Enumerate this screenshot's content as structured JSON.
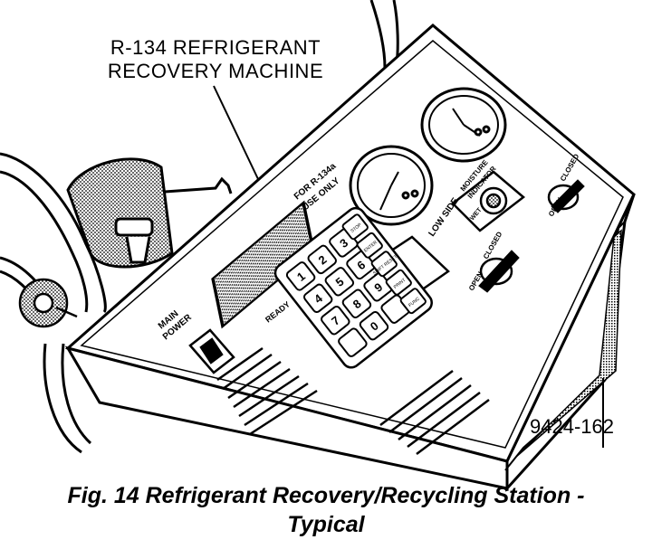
{
  "callout": {
    "line1": "R-134 REFRIGERANT",
    "line2": "RECOVERY MACHINE"
  },
  "panel_labels": {
    "use_only_1": "FOR R-134a",
    "use_only_2": "USE ONLY",
    "main_power_1": "MAIN",
    "main_power_2": "POWER",
    "low_side": "LOW SIDE",
    "moisture_1": "MOISTURE",
    "moisture_2": "INDICATOR",
    "wet": "WET",
    "closed": "CLOSED",
    "open_top": "OPEN",
    "closed_2": "CLOSED",
    "open_bottom": "OPEN",
    "keypad_title": "READY"
  },
  "keypad": {
    "keys": [
      "1",
      "2",
      "3",
      "4",
      "5",
      "6",
      "7",
      "8",
      "9",
      "0"
    ],
    "function_keys": [
      "STOP",
      "ENTER",
      "SHIFT RESET",
      "PRINT",
      "FUNC"
    ]
  },
  "figure_id": "9424-162",
  "caption": {
    "line1": "Fig. 14 Refrigerant Recovery/Recycling Station -",
    "line2": "Typical"
  }
}
